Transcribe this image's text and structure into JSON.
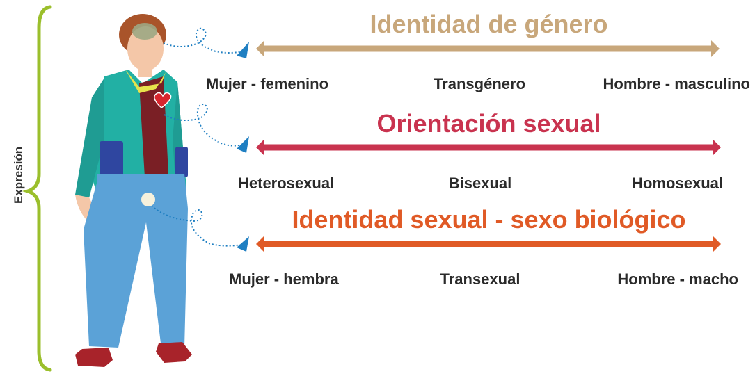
{
  "side_label": "Expresión",
  "rows": [
    {
      "title": "Identidad de género",
      "left": "Mujer - femenino",
      "middle": "Transgénero",
      "right": "Hombre - masculino",
      "color": "#c8a77b"
    },
    {
      "title": "Orientación sexual",
      "left": "Heterosexual",
      "middle": "Bisexual",
      "right": "Homosexual",
      "color": "#c9334f"
    },
    {
      "title": "Identidad sexual - sexo biológico",
      "left": "Mujer - hembra",
      "middle": "Transexual",
      "right": "Hombre - macho",
      "color": "#e05a26"
    }
  ],
  "colors": {
    "brace": "#9bbf2c",
    "connector": "#1f7fc2"
  }
}
